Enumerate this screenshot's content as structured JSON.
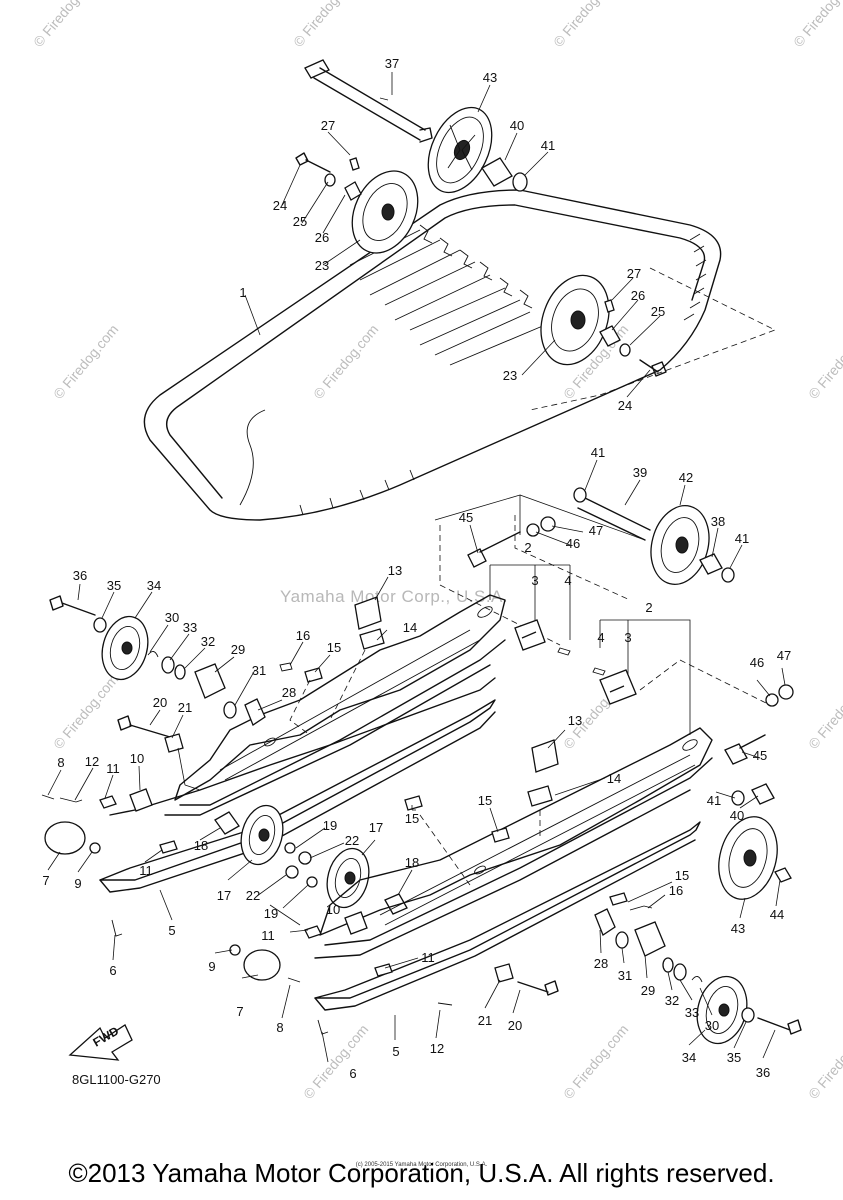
{
  "watermark_main": "Yamaha Motor Corp., U.S.A.",
  "watermark_tile": "© Firedog.com",
  "diagram_code": "8GL1100-G270",
  "fwd_label": "FWD",
  "copyright": "©2013 Yamaha Motor Corporation, U.S.A. All rights reserved.",
  "tiny_note": "(c) 2005-2015 Yamaha Motor Corporation, U.S.A.",
  "callouts": {
    "c1": "1",
    "c2a": "2",
    "c2b": "2",
    "c3a": "3",
    "c3b": "3",
    "c4a": "4",
    "c4b": "4",
    "c5a": "5",
    "c5b": "5",
    "c6a": "6",
    "c6b": "6",
    "c7a": "7",
    "c7b": "7",
    "c8a": "8",
    "c8b": "8",
    "c9a": "9",
    "c9b": "9",
    "c10a": "10",
    "c10b": "10",
    "c11a": "11",
    "c11b": "11",
    "c11c": "11",
    "c11d": "11",
    "c12a": "12",
    "c12b": "12",
    "c13a": "13",
    "c13b": "13",
    "c14a": "14",
    "c14b": "14",
    "c15a": "15",
    "c15b": "15",
    "c15c": "15",
    "c15d": "15",
    "c16a": "16",
    "c16b": "16",
    "c17a": "17",
    "c17b": "17",
    "c18a": "18",
    "c18b": "18",
    "c19a": "19",
    "c19b": "19",
    "c20a": "20",
    "c20b": "20",
    "c21a": "21",
    "c21b": "21",
    "c22a": "22",
    "c22b": "22",
    "c23a": "23",
    "c23b": "23",
    "c24a": "24",
    "c24b": "24",
    "c25a": "25",
    "c25b": "25",
    "c26a": "26",
    "c26b": "26",
    "c27a": "27",
    "c27b": "27",
    "c28a": "28",
    "c28b": "28",
    "c29a": "29",
    "c29b": "29",
    "c30a": "30",
    "c30b": "30",
    "c31a": "31",
    "c31b": "31",
    "c32a": "32",
    "c32b": "32",
    "c33a": "33",
    "c33b": "33",
    "c34a": "34",
    "c34b": "34",
    "c35a": "35",
    "c35b": "35",
    "c36a": "36",
    "c36b": "36",
    "c37": "37",
    "c38": "38",
    "c39": "39",
    "c40a": "40",
    "c40b": "40",
    "c41a": "41",
    "c41b": "41",
    "c41c": "41",
    "c41d": "41",
    "c42": "42",
    "c43a": "43",
    "c43b": "43",
    "c44": "44",
    "c45a": "45",
    "c45b": "45",
    "c46a": "46",
    "c46b": "46",
    "c47a": "47",
    "c47b": "47"
  }
}
